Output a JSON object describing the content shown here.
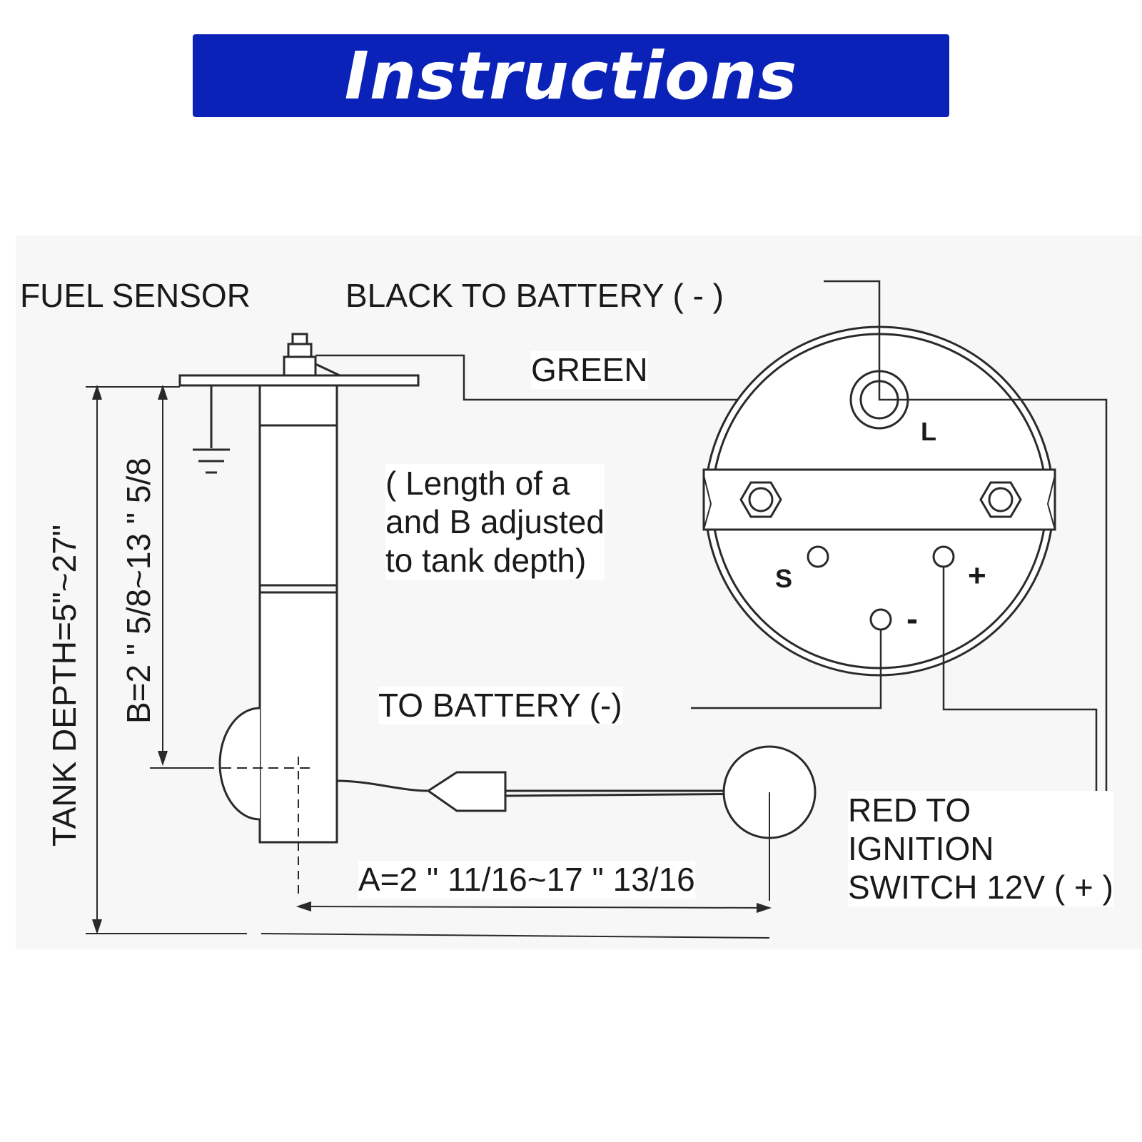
{
  "banner": {
    "title": "Instructions",
    "color": "#0b22b8"
  },
  "labels": {
    "fuel_sensor": "FUEL SENSOR",
    "black_wire": "BLACK TO BATTERY ( - )",
    "green_wire": "GREEN",
    "length_note": "( Length of a\nand B adjusted\nto tank depth)",
    "to_battery": "TO BATTERY  (-)",
    "red_wire": "RED TO\nIGNITION\nSWITCH 12V ( + )",
    "dimension_a": "A=2 \" 11/16~17 \" 13/16",
    "dimension_b": "B=2 \" 5/8~13 \" 5/8",
    "tank_depth": "TANK DEPTH=5\"~27\""
  },
  "gauge_terminals": {
    "lamp": "L",
    "sender": "S",
    "positive": "+",
    "negative": "-"
  },
  "colors": {
    "line": "#2a2a2a",
    "panel": "#f7f7f7"
  }
}
